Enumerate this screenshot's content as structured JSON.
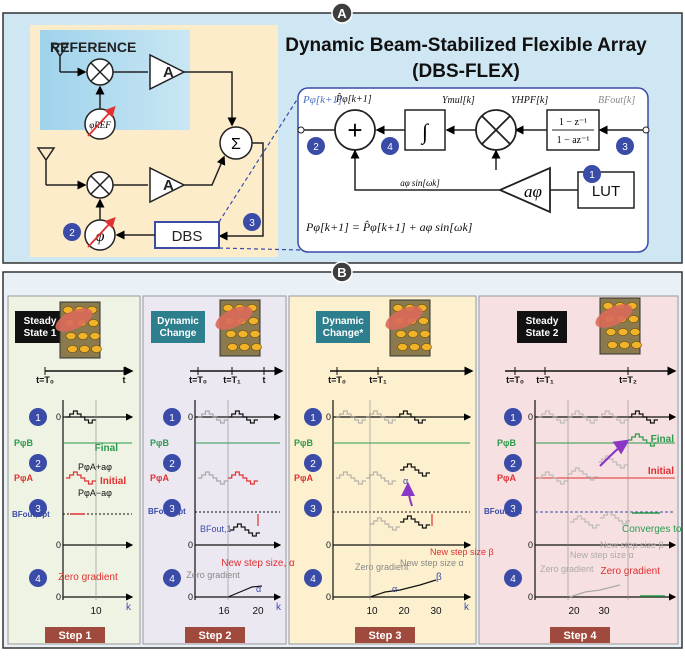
{
  "panel_a": {
    "badge": "A",
    "title_line1": "Dynamic Beam-Stabilized Flexible Array",
    "title_line2": "(DBS-FLEX)",
    "reference_label": "REFERENCE",
    "amp_label": "A",
    "phi_ref_label": "φREF",
    "sum_label": "Σ",
    "phi_label": "φ",
    "dbs_label": "DBS",
    "block_num_1": "1",
    "block_num_2": "2",
    "block_num_3": "3",
    "block_num_4": "4",
    "sig_p_phi_k1": "Pφ[k+1]",
    "sig_p_hat": "P̂φ[k+1]",
    "sig_ymul": "Ymul[k]",
    "sig_yhpf": "YHPF[k]",
    "sig_bfout": "BFout[k]",
    "hpf_num": "1 − z⁻¹",
    "hpf_den": "1 − az⁻¹",
    "integrator": "∫",
    "plus": "+",
    "dither_gain": "aφ",
    "lut_label": "LUT",
    "dither_signal": "aφ sin[ωk]",
    "update_equation": "Pφ[k+1] = P̂φ[k+1] + aφ sin[ωk]"
  },
  "panel_b": {
    "badge": "B",
    "states": [
      {
        "title": "Steady State 1"
      },
      {
        "title": "Dynamic Change"
      },
      {
        "title": "Dynamic Change*"
      },
      {
        "title": "Steady State 2"
      }
    ],
    "time_t0": "t=T₀",
    "time_t1": "t=T₁",
    "time_t2": "t=T₂",
    "time_t": "t",
    "row_nums": [
      "1",
      "2",
      "3",
      "4"
    ],
    "zero": "0",
    "label_p_phiB": "PφB",
    "label_p_phiA": "PφA",
    "label_bf_opt": "BFout,opt",
    "label_final": "Final",
    "label_initial": "Initial",
    "label_pa_plus": "PφA+aφ",
    "label_pa_minus": "PφA−aφ",
    "label_bf_out1": "BFout,1",
    "label_zero_gradient": "Zero gradient",
    "label_new_step_alpha": "New step size, α",
    "label_new_step_beta": "New step size β",
    "label_new_step_alpha2": "New step size α",
    "label_new_step_beta2": "New step size β",
    "label_converges": "Converges to B",
    "label_alpha": "α",
    "label_beta": "β",
    "label_k": "k",
    "tick_10": "10",
    "tick_20": "20",
    "tick_30": "30",
    "tick_16": "16",
    "tick_16b": "16",
    "steps": [
      "Step 1",
      "Step 2",
      "Step 3",
      "Step 4"
    ],
    "colors": {
      "step1_bg": "#eef3e3",
      "step2_bg": "#ece8f2",
      "step3_bg": "#fdf0cf",
      "step4_bg": "#f7e0e1",
      "step_label_bg": "#a0493d",
      "badge_bg": "#3e3e3e",
      "accent_blue": "#3a4ba8",
      "accent_green": "#2a9a4a",
      "accent_red": "#e03030",
      "accent_purple": "#8a37c6"
    }
  }
}
